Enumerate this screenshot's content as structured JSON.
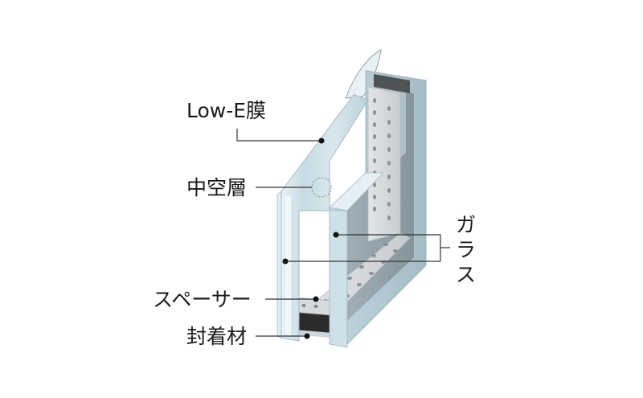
{
  "labels": {
    "low_e": "Low-E膜",
    "air_gap": "中空層",
    "spacer": "スペーサー",
    "sealant": "封着材",
    "glass_1": "ガ",
    "glass_2": "ラ",
    "glass_3": "ス"
  },
  "colors": {
    "glass_face": "#c9dde6",
    "glass_edge": "#b8cfd8",
    "glass_highlight": "#eef6f9",
    "inner_shadow": "#8f9ea5",
    "spacer": "#d5d9dc",
    "spacer_dark": "#555a5e",
    "sealant": "#2a2a2a"
  }
}
